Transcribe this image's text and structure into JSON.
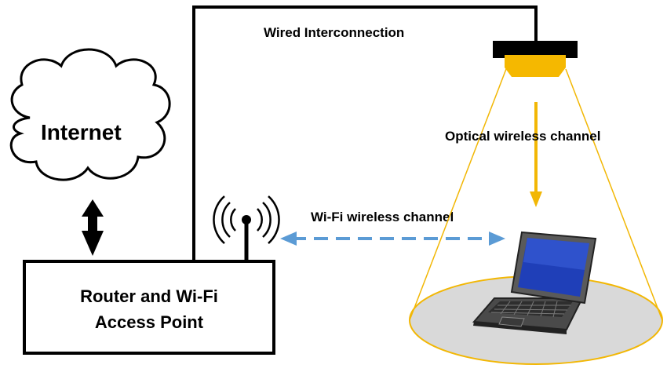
{
  "labels": {
    "internet": "Internet",
    "wired": "Wired Interconnection",
    "optical": "Optical wireless channel",
    "wifi": "Wi-Fi wireless channel",
    "router_line1": "Router and Wi-Fi",
    "router_line2": "Access Point"
  },
  "colors": {
    "line": "#000000",
    "light_beam": "#f2b705",
    "lamp": "#f5b800",
    "wifi_arrow": "#5b9bd5",
    "floor_spot": "#d9d9d9",
    "laptop_screen": "#1f3fb8",
    "laptop_body": "#555555"
  }
}
